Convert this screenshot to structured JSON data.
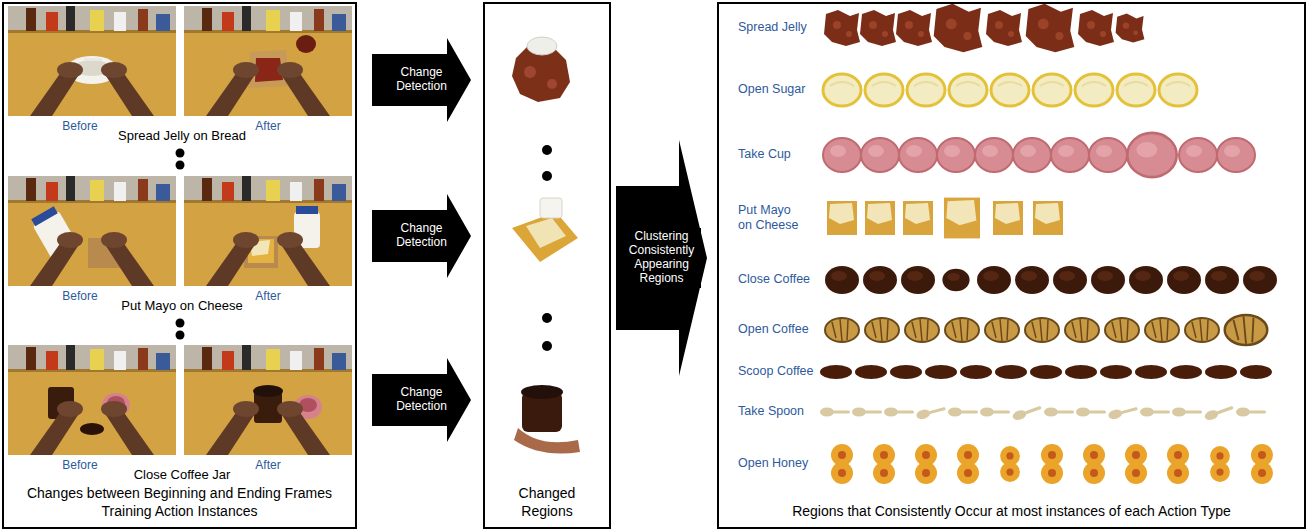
{
  "diagram": {
    "nodes": [
      {
        "text": [
          "Changes between Beginning and Ending Frames Training Action Instances"
        ]
      },
      {
        "text": [
          "Changed Regions"
        ]
      },
      {
        "text": [
          "Regions that Consistently Occur at most instances of each Action Type"
        ]
      }
    ],
    "edges": [
      {
        "from": 0,
        "to": 1,
        "label": "Change Detection",
        "arrow": "to"
      },
      {
        "from": 0,
        "to": 1,
        "label": "Change Detection",
        "arrow": "to"
      },
      {
        "from": 0,
        "to": 1,
        "label": "Change Detection",
        "arrow": "to"
      },
      {
        "from": 1,
        "to": 2,
        "label": "Clustering Consistently Appearing Regions",
        "arrow": "to"
      }
    ],
    "labels": [
      "Before",
      "After",
      "Spread Jelly on Bread",
      "Before",
      "After",
      "Put Mayo on Cheese",
      "Before",
      "After",
      "Close Coffee Jar",
      "Spread Jelly",
      "Open Sugar",
      "Take Cup",
      "Put Mayo on Cheese",
      "Close Coffee",
      "Open Coffee",
      "Scoop Coffee",
      "Take Spoon",
      "Open Honey"
    ]
  }
}
